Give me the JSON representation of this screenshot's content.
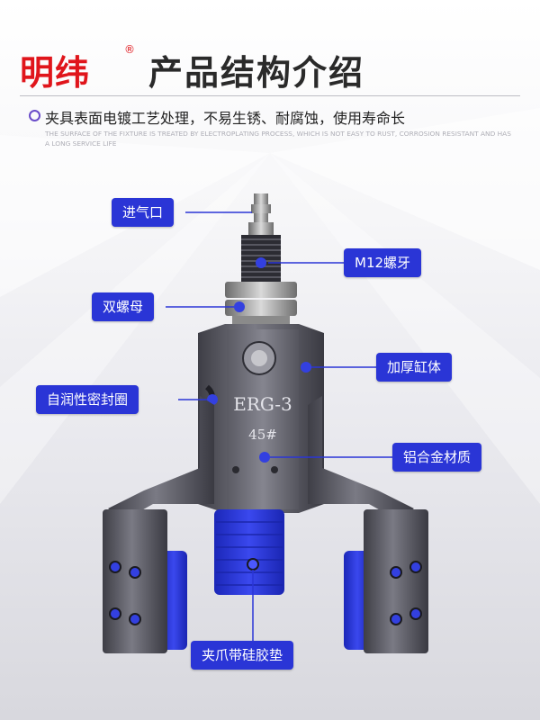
{
  "header": {
    "brand": "明纬",
    "registered": "®",
    "title": "产品结构介绍"
  },
  "intro": {
    "text": "夹具表面电镀工艺处理，不易生锈、耐腐蚀，使用寿命长",
    "english": "THE SURFACE OF THE FIXTURE IS TREATED BY ELECTROPLATING PROCESS, WHICH IS NOT EASY TO RUST, CORROSION RESISTANT AND HAS A LONG SERVICE LIFE"
  },
  "product": {
    "model": "ERG-3",
    "material_mark": "45#"
  },
  "callouts": {
    "air_inlet": "进气口",
    "thread": "M12螺牙",
    "double_nut": "双螺母",
    "thick_cylinder": "加厚缸体",
    "seal_ring": "自润性密封圈",
    "alloy": "铝合金材质",
    "silicone_pad": "夹爪带硅胶垫"
  },
  "colors": {
    "brand": "#e0151b",
    "callout_bg": "#2a35d6",
    "pad": "#2a38d8",
    "metal": "#5d5d66"
  }
}
